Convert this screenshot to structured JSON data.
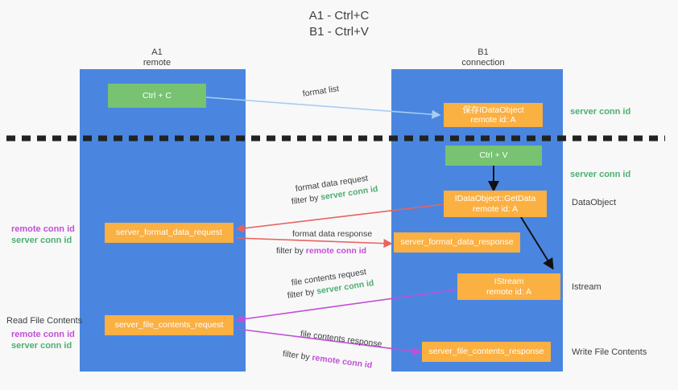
{
  "title": {
    "line1": "A1 - Ctrl+C",
    "line2": "B1 - Ctrl+V"
  },
  "colors": {
    "lane": "#4a86e0",
    "green_box": "#77c371",
    "orange_box": "#fbb042",
    "server_conn_id": "#4caf72",
    "remote_conn_id": "#c14fd6",
    "arrow_format_list": "#a8cdf0",
    "arrow_format_data": "#e8635f",
    "arrow_file_contents": "#c14fd6",
    "arrow_black": "#111111",
    "background": "#f8f8f8"
  },
  "columns": [
    {
      "name": "A1",
      "sub": "remote"
    },
    {
      "name": "B1",
      "sub": "connection"
    }
  ],
  "boxes": {
    "ctrl_c": {
      "label": "Ctrl + C"
    },
    "ctrl_v": {
      "label": "Ctrl + V"
    },
    "save_idataobject": {
      "line1": "保存IDataObject",
      "line2": "remote id: A"
    },
    "idataobject_getdata": {
      "line1": "IDataObject::GetData",
      "line2": "remote id: A"
    },
    "istream": {
      "line1": "IStream",
      "line2": "remote id: A"
    },
    "server_format_data_request": {
      "label": "server_format_data_request"
    },
    "server_format_data_response": {
      "label": "server_format_data_response"
    },
    "server_file_contents_request": {
      "label": "server_file_contents_request"
    },
    "server_file_contents_response": {
      "label": "server_file_contents_response"
    }
  },
  "arrow_labels": {
    "format_list": "format list",
    "format_data_request": "format data request",
    "format_data_request_filter_pre": "filter by ",
    "format_data_request_filter_id": "server conn id",
    "format_data_response": "format data response",
    "format_data_response_filter_pre": "filter by ",
    "format_data_response_filter_id": "remote conn id",
    "file_contents_request": "file contents request",
    "file_contents_request_filter_pre": "filter by ",
    "file_contents_request_filter_id": "server conn id",
    "file_contents_response": "file contents response",
    "file_contents_response_filter_pre": "filter by ",
    "file_contents_response_filter_id": "remote conn id"
  },
  "right_labels": {
    "server_conn_id_top": "server conn id",
    "server_conn_id_mid": "server conn id",
    "dataobject": "DataObject",
    "istream": "Istream",
    "write_file_contents": "Write File Contents"
  },
  "left_labels": {
    "remote_conn_id_top": "remote conn id",
    "server_conn_id_top": "server conn id",
    "read_file_contents": "Read File Contents",
    "remote_conn_id_bottom": "remote conn id",
    "server_conn_id_bottom": "server conn id"
  }
}
